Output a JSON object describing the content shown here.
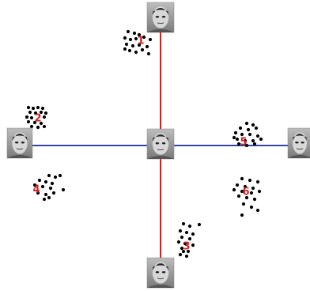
{
  "colors": {
    "vertical_axis": "#cc2222",
    "horizontal_axis": "#3344aa",
    "dots": "#000000",
    "labels": "#cc2222",
    "face_background": "#9a9a9a"
  },
  "faces": [
    {
      "id": "face-top",
      "icon": "face-thumbnail"
    },
    {
      "id": "face-bottom",
      "icon": "face-thumbnail"
    },
    {
      "id": "face-left",
      "icon": "face-thumbnail"
    },
    {
      "id": "face-right",
      "icon": "face-thumbnail"
    },
    {
      "id": "face-center",
      "icon": "face-thumbnail"
    }
  ],
  "clusters": [
    {
      "label": "1"
    },
    {
      "label": "2"
    },
    {
      "label": "3"
    },
    {
      "label": "4"
    },
    {
      "label": "5"
    },
    {
      "label": "6"
    }
  ]
}
